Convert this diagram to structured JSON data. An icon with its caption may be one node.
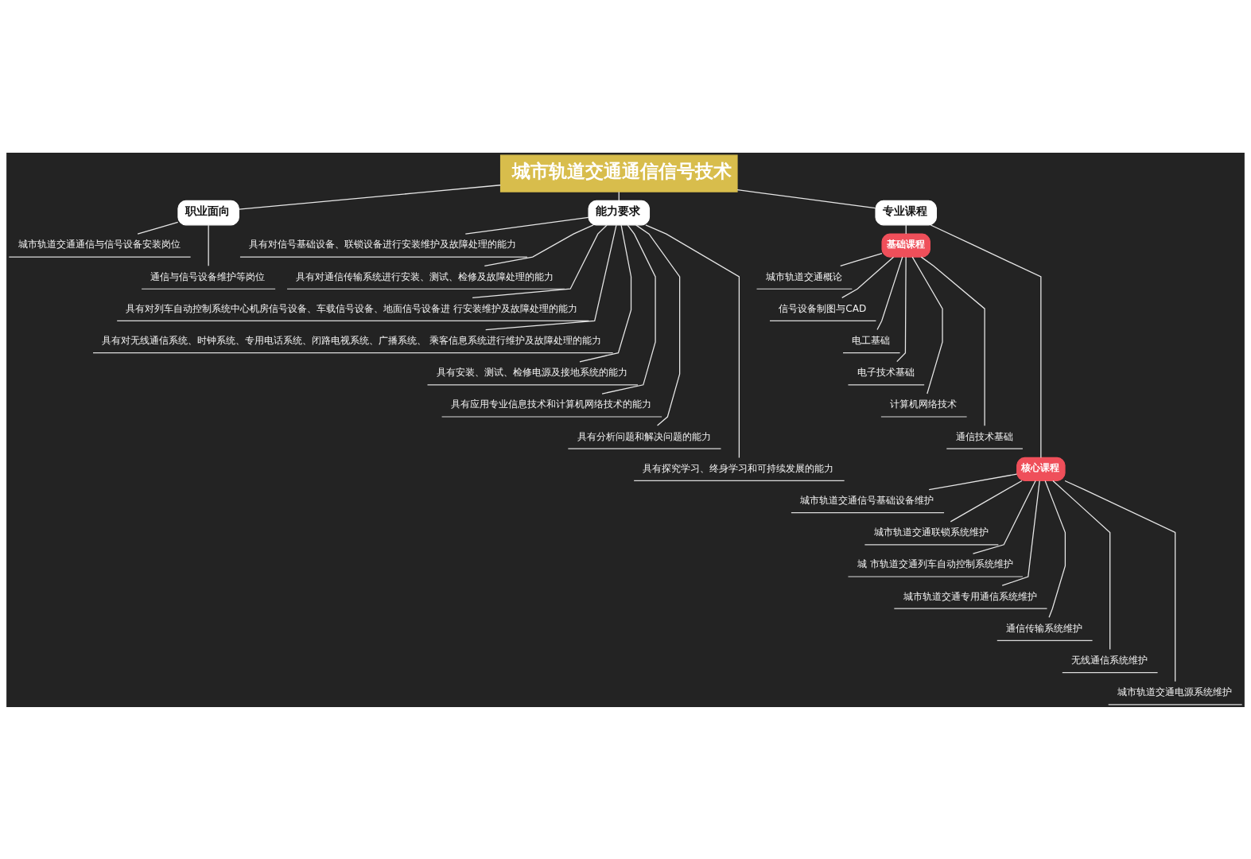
{
  "diagram": {
    "nodes": [
      {
        "text": [
          "城市轨道交通通信信号技术"
        ]
      },
      {
        "text": [
          "职业面向"
        ]
      },
      {
        "text": [
          "城市轨道交通通信与信号设备安装岗位"
        ]
      },
      {
        "text": [
          "通信与信号设备维护等岗位"
        ]
      },
      {
        "text": [
          "能力要求"
        ]
      },
      {
        "text": [
          "具有对信号基础设备、联锁设备进行安装维护及故障处理的能力"
        ]
      },
      {
        "text": [
          "具有对通信传输系统进行安装、测试、检修及故障处理的能力"
        ]
      },
      {
        "text": [
          "具有对列车自动控制系统中心机房信号设备、车载信号设备、地面信号设备进 行安装维护及故障处理的能力"
        ]
      },
      {
        "text": [
          "具有对无线通信系统、时钟系统、专用电话系统、闭路电视系统、广播系统、 乘客信息系统进行维护及故障处理的能力"
        ]
      },
      {
        "text": [
          "具有安装、测试、检修电源及接地系统的能力"
        ]
      },
      {
        "text": [
          "具有应用专业信息技术和计算机网络技术的能力"
        ]
      },
      {
        "text": [
          "具有分析问题和解决问题的能力"
        ]
      },
      {
        "text": [
          "具有探究学习、终身学习和可持续发展的能力"
        ]
      },
      {
        "text": [
          "专业课程"
        ]
      },
      {
        "text": [
          "基础课程"
        ]
      },
      {
        "text": [
          "城市轨道交通概论"
        ]
      },
      {
        "text": [
          "信号设备制图与CAD"
        ]
      },
      {
        "text": [
          "电工基础"
        ]
      },
      {
        "text": [
          "电子技术基础"
        ]
      },
      {
        "text": [
          "计算机网络技术"
        ]
      },
      {
        "text": [
          "通信技术基础"
        ]
      },
      {
        "text": [
          "核心课程"
        ]
      },
      {
        "text": [
          "城市轨道交通信号基础设备维护"
        ]
      },
      {
        "text": [
          "城市轨道交通联锁系统维护"
        ]
      },
      {
        "text": [
          "城 市轨道交通列车自动控制系统维护"
        ]
      },
      {
        "text": [
          "城市轨道交通专用通信系统维护"
        ]
      },
      {
        "text": [
          "通信传输系统维护"
        ]
      },
      {
        "text": [
          "无线通信系统维护"
        ]
      },
      {
        "text": [
          "城市轨道交通电源系统维护"
        ]
      }
    ],
    "edges": [
      {
        "from": 0,
        "to": 1,
        "arrow": "none"
      },
      {
        "from": 0,
        "to": 4,
        "arrow": "none"
      },
      {
        "from": 0,
        "to": 13,
        "arrow": "none"
      },
      {
        "from": 1,
        "to": 2,
        "arrow": "none"
      },
      {
        "from": 1,
        "to": 3,
        "arrow": "none"
      },
      {
        "from": 4,
        "to": 5,
        "arrow": "none"
      },
      {
        "from": 4,
        "to": 6,
        "arrow": "none"
      },
      {
        "from": 4,
        "to": 7,
        "arrow": "none"
      },
      {
        "from": 4,
        "to": 8,
        "arrow": "none"
      },
      {
        "from": 4,
        "to": 9,
        "arrow": "none"
      },
      {
        "from": 4,
        "to": 10,
        "arrow": "none"
      },
      {
        "from": 4,
        "to": 11,
        "arrow": "none"
      },
      {
        "from": 4,
        "to": 12,
        "arrow": "none"
      },
      {
        "from": 13,
        "to": 14,
        "arrow": "none"
      },
      {
        "from": 13,
        "to": 21,
        "arrow": "none"
      },
      {
        "from": 14,
        "to": 15,
        "arrow": "none"
      },
      {
        "from": 14,
        "to": 16,
        "arrow": "none"
      },
      {
        "from": 14,
        "to": 17,
        "arrow": "none"
      },
      {
        "from": 14,
        "to": 18,
        "arrow": "none"
      },
      {
        "from": 14,
        "to": 19,
        "arrow": "none"
      },
      {
        "from": 14,
        "to": 20,
        "arrow": "none"
      },
      {
        "from": 21,
        "to": 22,
        "arrow": "none"
      },
      {
        "from": 21,
        "to": 23,
        "arrow": "none"
      },
      {
        "from": 21,
        "to": 24,
        "arrow": "none"
      },
      {
        "from": 21,
        "to": 25,
        "arrow": "none"
      },
      {
        "from": 21,
        "to": 26,
        "arrow": "none"
      },
      {
        "from": 21,
        "to": 27,
        "arrow": "none"
      },
      {
        "from": 21,
        "to": 28,
        "arrow": "none"
      }
    ]
  }
}
